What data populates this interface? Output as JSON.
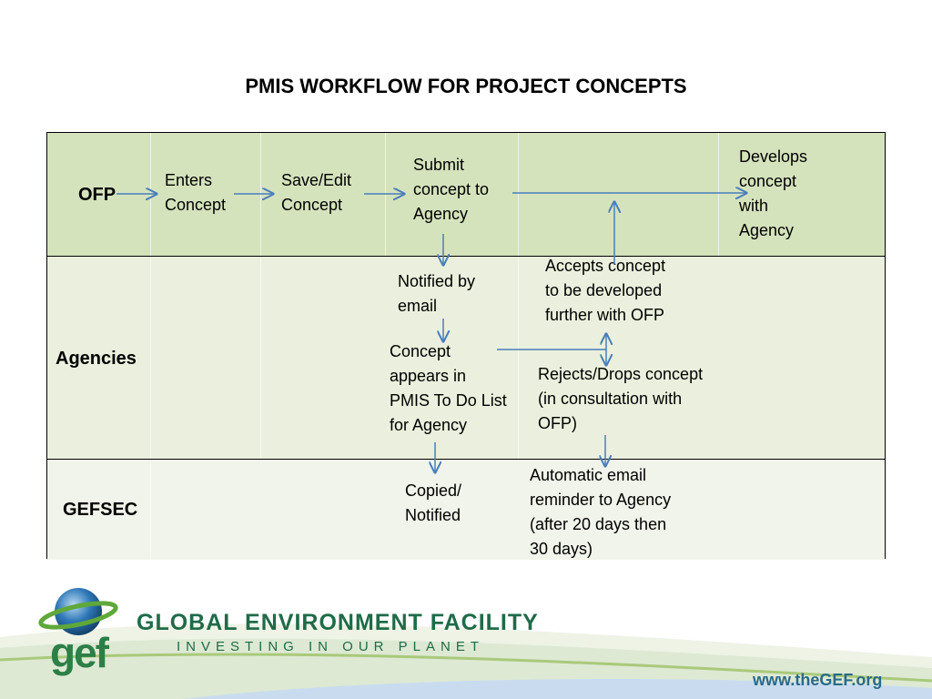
{
  "title": "PMIS WORKFLOW FOR PROJECT CONCEPTS",
  "lanes": {
    "ofp": "OFP",
    "agencies": "Agencies",
    "gefsec": "GEFSEC"
  },
  "steps": {
    "enters_concept": "Enters\nConcept",
    "save_edit_concept": "Save/Edit\nConcept",
    "submit_concept": "Submit\nconcept to\nAgency",
    "develops_concept": "Develops\nconcept\nwith\nAgency",
    "notified_by_email": "Notified by\nemail",
    "accepts_concept": "Accepts concept\nto be developed\nfurther with OFP",
    "concept_appears": "Concept\nappears in\nPMIS To Do List\nfor Agency",
    "rejects_concept": "Rejects/Drops concept\n(in consultation with\nOFP)",
    "copied_notified": "Copied/\nNotified",
    "auto_reminder": "Automatic email\nreminder to Agency\n(after 20 days  then\n30 days)"
  },
  "footer": {
    "logo_text": "gef",
    "org_name": "GLOBAL ENVIRONMENT FACILITY",
    "tagline": "INVESTING IN OUR PLANET",
    "url": "www.theGEF.org"
  },
  "colors": {
    "ofp_lane": "#d5e3bd",
    "agencies_lane": "#eaf0dd",
    "gefsec_lane": "#f1f4ea",
    "arrow": "#4a7ebb",
    "brand_green": "#1f6b48"
  }
}
